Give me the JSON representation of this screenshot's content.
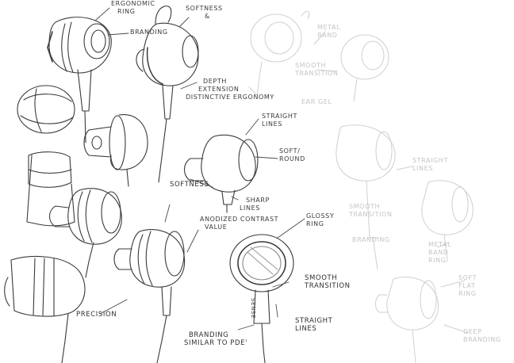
{
  "annotations": {
    "ergonomic_ring": [
      "ERGONOMIC",
      "RING"
    ],
    "branding_top": "BRANDING",
    "softness_top": [
      "SOFTNESS",
      "&"
    ],
    "depth_extension": [
      "DEPTH",
      "EXTENSION",
      "DISTINCTIVE ERGONOMY"
    ],
    "straight_lines_mid": [
      "STRAIGHT",
      "LINES"
    ],
    "soft_rounded": [
      "SOFT/",
      "ROUND"
    ],
    "softness_mid": "SOFTNESS",
    "sharp_lines": [
      "SHARP",
      "LINES"
    ],
    "anodized_contrast": [
      "ANODIZED CONTRAST",
      "VALUE"
    ],
    "glossy_ring": [
      "GLOSSY",
      "RING"
    ],
    "precision": "PRECISION",
    "smooth_transition": [
      "SMOOTH",
      "TRANSITION"
    ],
    "straight_lines_low": [
      "STRAIGHT",
      "LINES"
    ],
    "branding_similar": [
      "BRANDING",
      "SIMILAR TO PDE'"
    ],
    "cable_brand": "SENSE"
  },
  "faint_annotations": {
    "top_right_1": [
      "METAL",
      "BAND"
    ],
    "top_right_2": [
      "SMOOTH",
      "TRANSITION"
    ],
    "ear_gel": "EAR GEL",
    "straight_lines": [
      "STRAIGHT",
      "LINES"
    ],
    "right_transition": [
      "SMOOTH",
      "TRANSITION"
    ],
    "branding": "BRANDING",
    "metal_band": [
      "METAL",
      "BAND",
      "RING"
    ],
    "soft_flat": [
      "SOFT",
      "FLAT",
      "RING"
    ],
    "deep_branding": [
      "DEEP",
      "BRANDING"
    ]
  },
  "colors": {
    "ink": "#3a3a3a",
    "ink_light": "#7a7a7a",
    "faint": "#c9c9c9",
    "paper": "#ffffff"
  }
}
